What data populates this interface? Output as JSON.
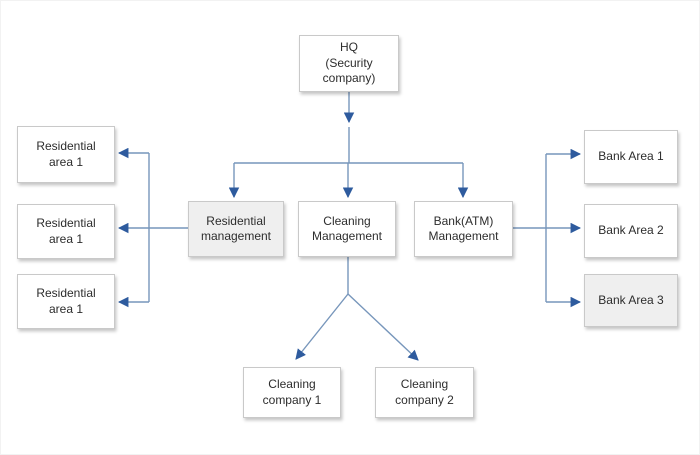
{
  "diagram": {
    "hq": {
      "label": "HQ\n(Security\ncompany)"
    },
    "management_row": [
      {
        "id": "residential-management",
        "label": "Residential\nmanagement",
        "variant": "gray"
      },
      {
        "id": "cleaning-management",
        "label": "Cleaning\nManagement",
        "variant": "white"
      },
      {
        "id": "bank-atm-management",
        "label": "Bank(ATM)\nManagement",
        "variant": "white"
      }
    ],
    "residential_areas": [
      {
        "label": "Residential\narea 1",
        "variant": "white"
      },
      {
        "label": "Residential\narea 1",
        "variant": "white"
      },
      {
        "label": "Residential\narea 1",
        "variant": "white"
      }
    ],
    "bank_areas": [
      {
        "label": "Bank Area 1",
        "variant": "white"
      },
      {
        "label": "Bank Area 2",
        "variant": "white"
      },
      {
        "label": "Bank Area 3",
        "variant": "gray"
      }
    ],
    "cleaning_companies": [
      {
        "label": "Cleaning\ncompany 1",
        "variant": "white"
      },
      {
        "label": "Cleaning\ncompany 2",
        "variant": "white"
      }
    ],
    "colors": {
      "connector_line": "#7796bb",
      "arrowhead": "#2e5b9e",
      "node_border": "#c9c9c9",
      "node_fill": "#ffffff",
      "node_fill_highlight": "#efefef",
      "text": "#2d2d2d"
    }
  }
}
